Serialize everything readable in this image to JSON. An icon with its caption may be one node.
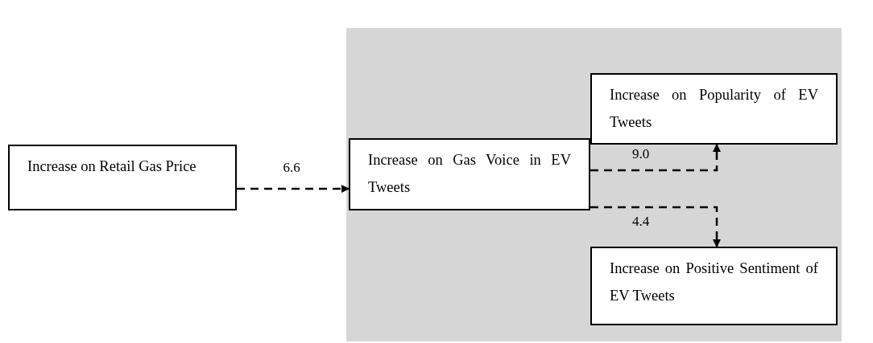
{
  "diagram": {
    "nodes": [
      {
        "text": [
          "Increase on Retail Gas Price"
        ]
      },
      {
        "text": [],
        "shape": "box"
      },
      {
        "text": [
          "Increase on Gas Voice in EV Tweets"
        ],
        "in": 1
      },
      {
        "text": [
          "Increase on Popularity of EV Tweets"
        ],
        "in": 1
      },
      {
        "text": [
          "Increase on Positive Sentiment of EV Tweets"
        ],
        "in": 1
      }
    ],
    "edges": [
      {
        "from": 0,
        "to": 2,
        "arrow": "to",
        "label": "6.6",
        "style": "dashed"
      },
      {
        "from": 2,
        "to": 3,
        "arrow": "to",
        "label": "9.0",
        "style": "dashed"
      },
      {
        "from": 2,
        "to": 4,
        "arrow": "to",
        "label": "4.4",
        "style": "dashed"
      }
    ]
  }
}
